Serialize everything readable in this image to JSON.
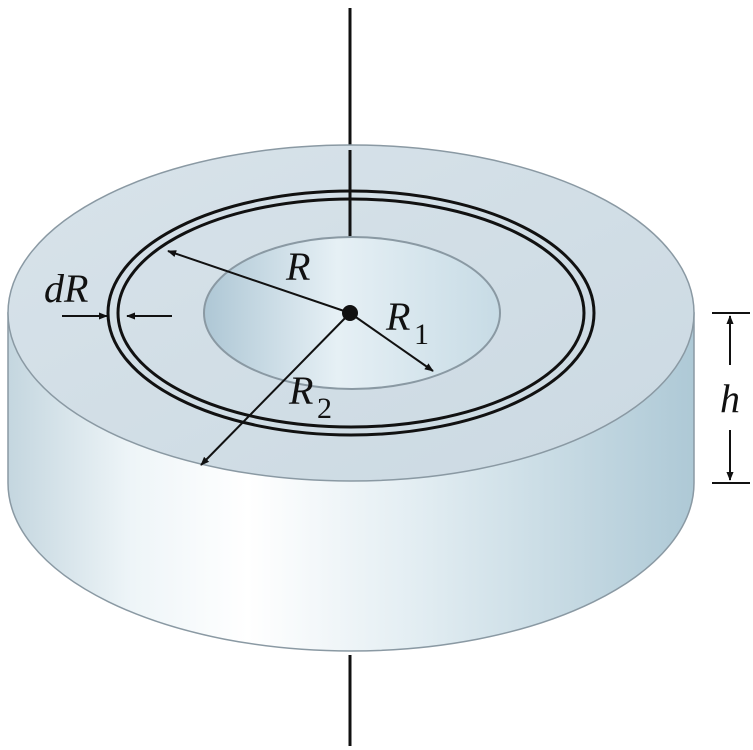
{
  "labels": {
    "R": "R",
    "dR": "dR",
    "R1_main": "R",
    "R1_sub": "1",
    "R2_main": "R",
    "R2_sub": "2",
    "h": "h"
  },
  "colors": {
    "top_face": "#d3dfe6",
    "hole_face": "#bdd3df",
    "side_light": "#f4f9fb",
    "side_mid": "#d5e4eb",
    "side_dark": "#b4cfdc",
    "edge": "#8a99a3",
    "ink": "#111111"
  }
}
